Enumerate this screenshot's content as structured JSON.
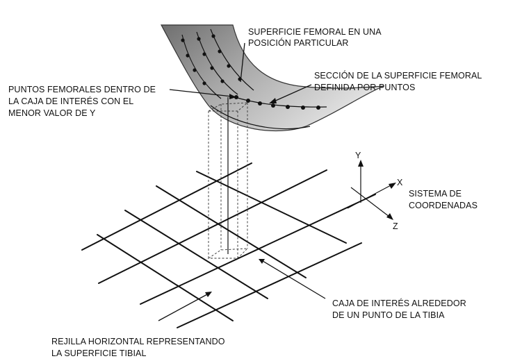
{
  "labels": {
    "femoral_surface_position": [
      "SUPERFICIE FEMORAL EN UNA",
      "POSICIÓN PARTICULAR"
    ],
    "femoral_section": [
      "SECCIÓN DE LA SUPERFICIE FEMORAL",
      "DEFINIDA POR  PUNTOS"
    ],
    "femoral_points": [
      "PUNTOS FEMORALES DENTRO DE",
      "LA CAJA DE INTERÉS CON EL",
      "MENOR VALOR DE Y"
    ],
    "coordinate_system": [
      "SISTEMA DE",
      "COORDENADAS"
    ],
    "interest_box": [
      "CAJA DE INTERÉS ALREDEDOR",
      "DE UN PUNTO DE LA TIBIA"
    ],
    "horizontal_grid": [
      "REJILLA HORIZONTAL REPRESENTANDO",
      "LA SUPERFICIE TIBIAL"
    ]
  },
  "axes": {
    "y": "Y",
    "x": "X",
    "z": "Z"
  },
  "colors": {
    "surface_dark": "#6f6f6f",
    "surface_light": "#e4e4e4",
    "ink": "#111111",
    "background": "#ffffff"
  }
}
